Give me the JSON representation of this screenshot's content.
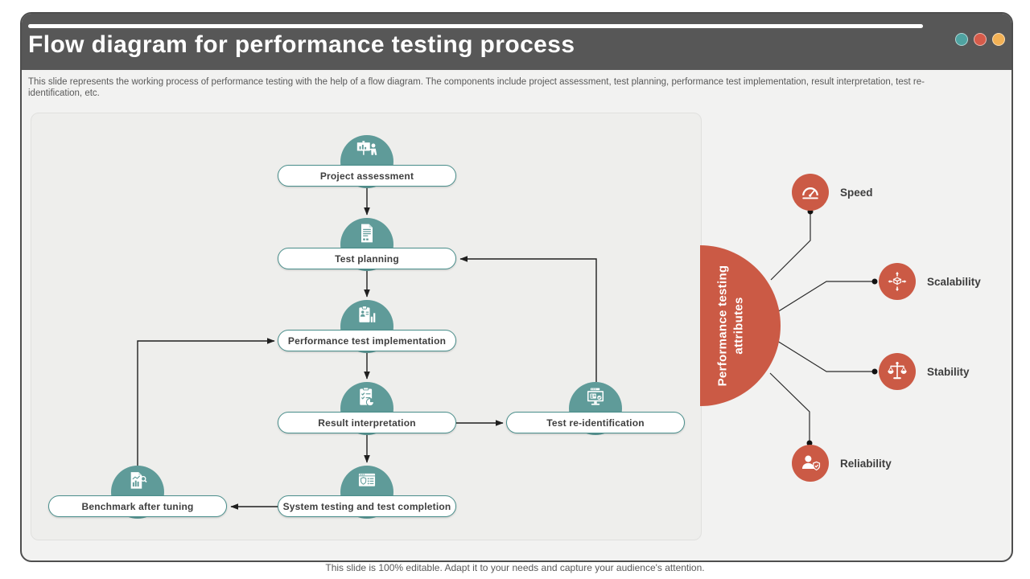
{
  "window": {
    "controls": [
      {
        "name": "teal-dot",
        "color": "#4FA3A1"
      },
      {
        "name": "red-dot",
        "color": "#D65B4A"
      },
      {
        "name": "orange-dot",
        "color": "#F2B155"
      }
    ]
  },
  "header": {
    "title": "Flow diagram for performance testing process"
  },
  "description": "This slide represents the working process of performance testing with the help of a flow diagram. The components include project assessment, test planning, performance test implementation, result interpretation, test re-identification, etc.",
  "flow": {
    "nodes": [
      {
        "label": "Project assessment",
        "icon": "presentation-icon"
      },
      {
        "label": "Test planning",
        "icon": "document-icon"
      },
      {
        "label": "Performance test implementation",
        "icon": "clipboard-chart-icon"
      },
      {
        "label": "Result interpretation",
        "icon": "checklist-pie-icon"
      },
      {
        "label": "System testing and test completion",
        "icon": "window-shield-icon"
      },
      {
        "label": "Benchmark after tuning",
        "icon": "doc-bars-icon"
      },
      {
        "label": "Test re-identification",
        "icon": "monitor-id-icon"
      }
    ]
  },
  "attributes": {
    "hub_label": "Performance testing attributes",
    "items": [
      {
        "label": "Speed",
        "icon": "speedometer-icon"
      },
      {
        "label": "Scalability",
        "icon": "scalability-icon"
      },
      {
        "label": "Stability",
        "icon": "balance-scale-icon"
      },
      {
        "label": "Reliability",
        "icon": "user-shield-icon"
      }
    ]
  },
  "footer": "This slide is 100% editable. Adapt it to your needs and capture your audience's attention.",
  "colors": {
    "teal": "#5F9B99",
    "pill_border": "#4A8F8C",
    "red": "#CB5A45",
    "header_gray": "#575757",
    "panel_bg": "#EEEEEC"
  }
}
